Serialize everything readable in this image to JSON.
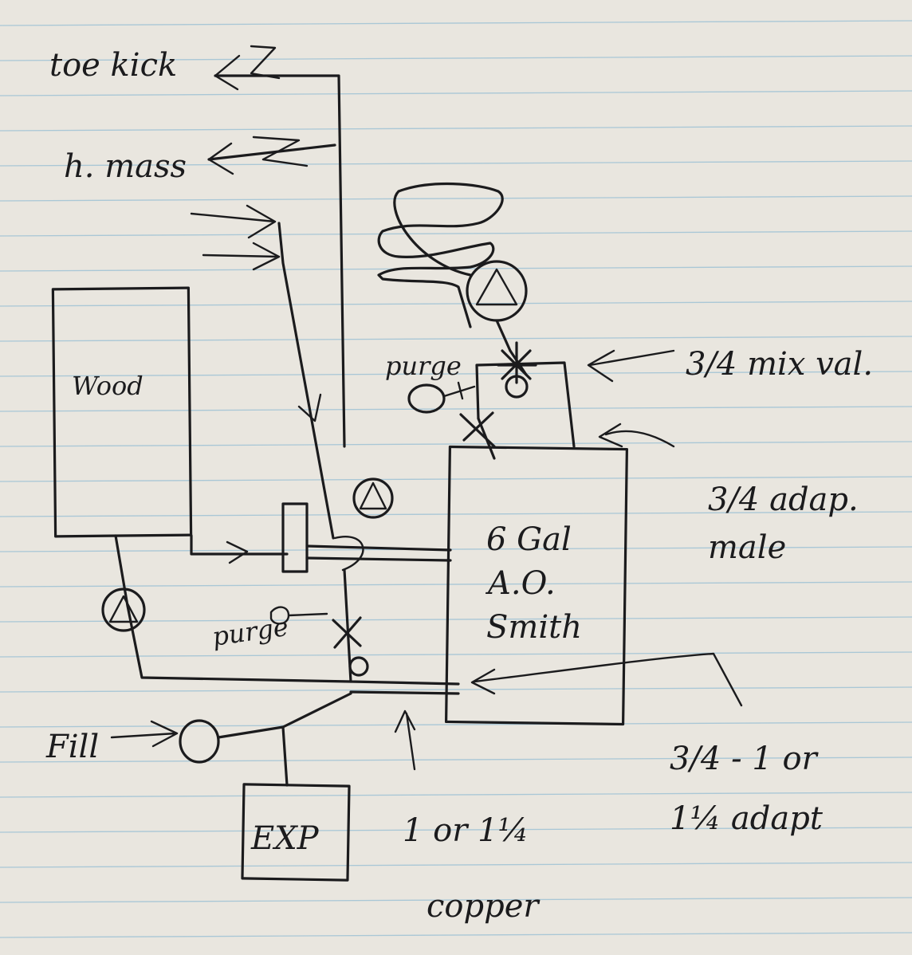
{
  "labels": {
    "toe_kick": "toe kick",
    "h_mass": "h. mass",
    "wood": "Wood",
    "purge_upper": "purge",
    "purge_lower": "purge",
    "tank_line1": "6 Gal",
    "tank_line2": "A.O.",
    "tank_line3": "Smith",
    "mix_valve": "3/4 mix val.",
    "adapter_male_line1": "3/4 adap.",
    "adapter_male_line2": "male",
    "fill": "Fill",
    "exp": "EXP",
    "copper_line1": "1 or 1¼",
    "copper_line2": "copper",
    "adapt_line1": "3/4 - 1 or",
    "adapt_line2": "1¼ adapt"
  },
  "colors": {
    "paper": "#e9e6df",
    "ink": "#1b1b1d",
    "rule": "#a9c7d6"
  }
}
